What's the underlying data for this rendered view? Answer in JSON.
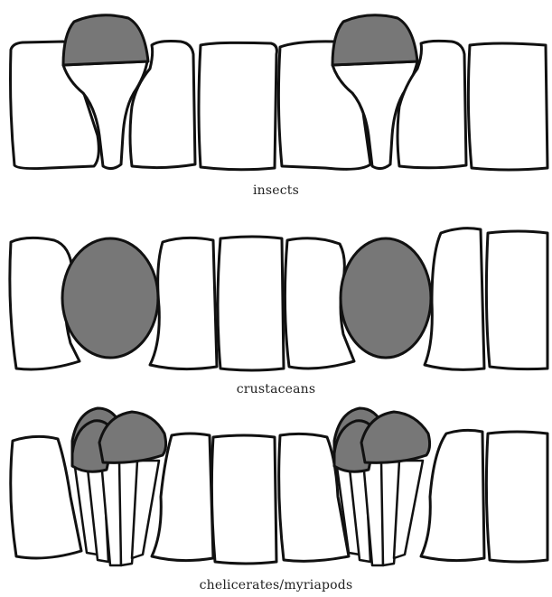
{
  "panels": [
    {
      "id": "insects",
      "caption": "insects"
    },
    {
      "id": "crustaceans",
      "caption": "crustaceans"
    },
    {
      "id": "chelicerates",
      "caption": "chelicerates/myriapods"
    }
  ],
  "colors": {
    "cell": "#ffffff",
    "stroke": "#111111",
    "organ": "#777777"
  }
}
